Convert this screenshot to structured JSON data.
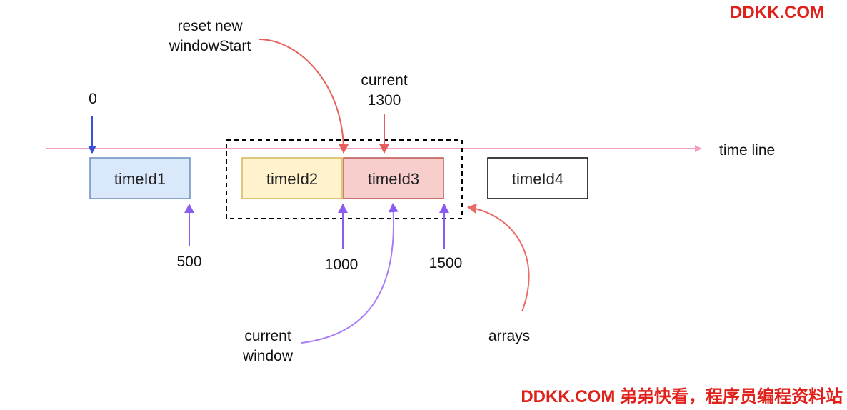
{
  "watermark_top": "DDKK.COM",
  "watermark_bottom": "DDKK.COM 弟弟快看，程序员编程资料站",
  "timeline_label": "time line",
  "boxes": [
    {
      "label": "timeId1",
      "fill": "#dae8fc",
      "stroke": "#6c8ebf"
    },
    {
      "label": "timeId2",
      "fill": "#fff2cc",
      "stroke": "#d6b656"
    },
    {
      "label": "timeId3",
      "fill": "#f8cecc",
      "stroke": "#b85450"
    },
    {
      "label": "timeId4",
      "fill": "#ffffff",
      "stroke": "#000000"
    }
  ],
  "markers": {
    "zero": "0",
    "t500": "500",
    "t1000": "1000",
    "t1500": "1500"
  },
  "annotations": {
    "reset_line1": "reset new",
    "reset_line2": "windowStart",
    "current_line1": "current",
    "current_line2": "1300",
    "window_line1": "current",
    "window_line2": "window",
    "arrays": "arrays"
  },
  "colors": {
    "timeline": "#f19ec2",
    "blue_arrow": "#3d4fd6",
    "purple_arrow": "#8b5cf0",
    "red_arrow": "#e8605d",
    "red_line": "#ea6b66"
  }
}
